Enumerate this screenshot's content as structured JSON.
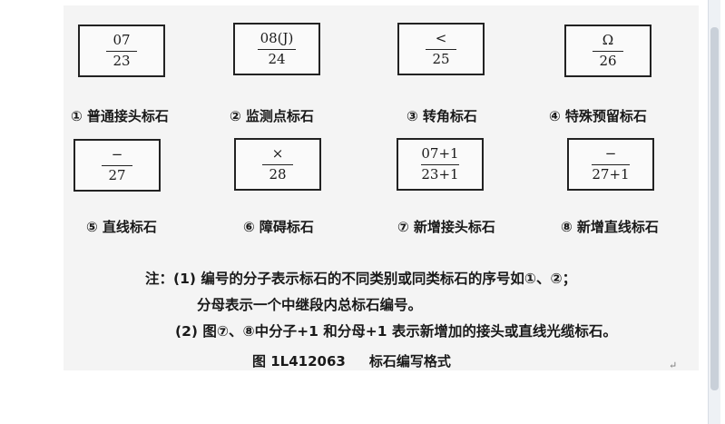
{
  "markers": [
    {
      "numerator": "07",
      "denominator": "23",
      "caption": "① 普通接头标石"
    },
    {
      "numerator": "08(J)",
      "denominator": "24",
      "caption": "② 监测点标石"
    },
    {
      "numerator": "<",
      "denominator": "25",
      "caption": "③ 转角标石"
    },
    {
      "numerator": "Ω",
      "denominator": "26",
      "caption": "④ 特殊预留标石"
    },
    {
      "numerator": "−",
      "denominator": "27",
      "caption": "⑤ 直线标石"
    },
    {
      "numerator": "×",
      "denominator": "28",
      "caption": "⑥ 障碍标石"
    },
    {
      "numerator": "07+1",
      "denominator": "23+1",
      "caption": "⑦ 新增接头标石"
    },
    {
      "numerator": "−",
      "denominator": "27+1",
      "caption": "⑧ 新增直线标石"
    }
  ],
  "notes": {
    "line1": "注：(1) 编号的分子表示标石的不同类别或同类标石的序号如①、②；",
    "line2": "分母表示一个中继段内总标石编号。",
    "line3": "(2) 图⑦、⑧中分子+1 和分母+1 表示新增加的接头或直线光缆标石。"
  },
  "figure": {
    "number": "图 1L412063",
    "title": "标石编写格式"
  },
  "paragraph_mark": "↵"
}
